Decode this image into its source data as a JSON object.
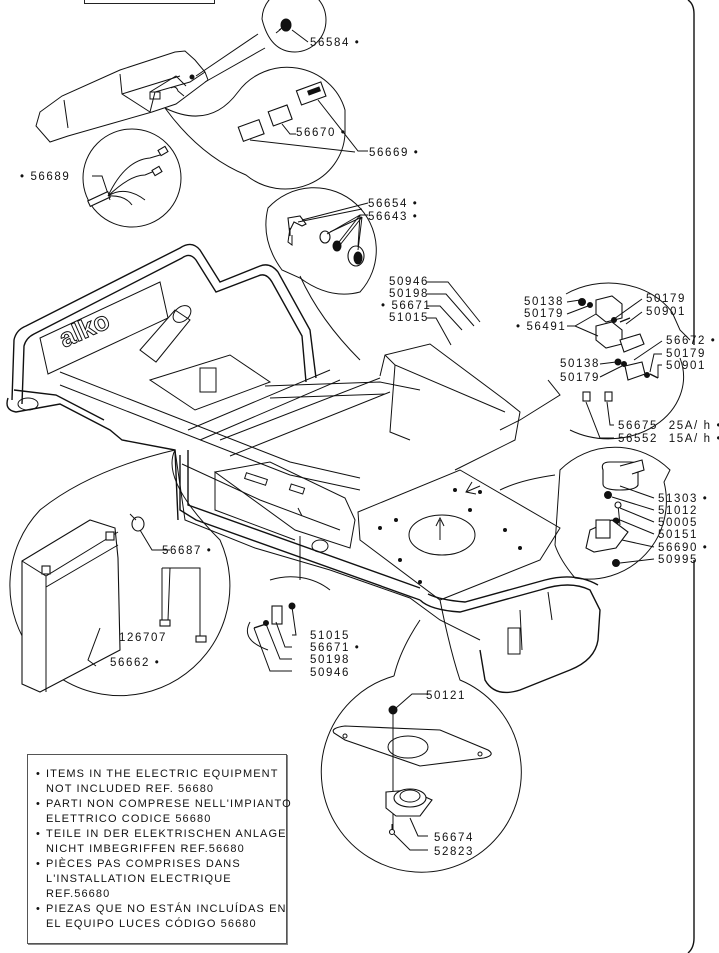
{
  "diagram": {
    "title": "Electric equipment exploded parts view",
    "brand_logo_text": "alko",
    "callouts": {
      "seat_switch": {
        "part": "56584",
        "marked": true
      },
      "seat_connector_a": {
        "part": "56670",
        "marked": true
      },
      "seat_connector_b": {
        "part": "56669",
        "marked": true
      },
      "wiring_harness": {
        "part": "56689",
        "marked": true
      },
      "ignition_key": {
        "part": "56654",
        "marked": true
      },
      "ignition_switch": {
        "part": "56643",
        "marked": true
      },
      "switch_top": [
        {
          "part": "50946",
          "marked": false
        },
        {
          "part": "50198",
          "marked": false
        },
        {
          "part": "56671",
          "marked": true
        },
        {
          "part": "51015",
          "marked": false
        }
      ],
      "relays_left": [
        {
          "part": "50138",
          "marked": false
        },
        {
          "part": "50179",
          "marked": false
        },
        {
          "part": "56491",
          "marked": true
        }
      ],
      "relays_right": [
        {
          "part": "50179",
          "marked": false
        },
        {
          "part": "50901",
          "marked": false
        }
      ],
      "fuse_holder_left": [
        {
          "part": "50138",
          "marked": false
        },
        {
          "part": "50179",
          "marked": false
        }
      ],
      "fuse_holder_right": [
        {
          "part": "56672",
          "marked": true
        },
        {
          "part": "50179",
          "marked": false
        },
        {
          "part": "50901",
          "marked": false
        }
      ],
      "fuses": [
        {
          "part": "56675",
          "rating": "25A/ h",
          "marked": true
        },
        {
          "part": "56552",
          "rating": "15A/ h",
          "marked": true
        }
      ],
      "solenoid": [
        {
          "part": "51303",
          "marked": true
        },
        {
          "part": "51012",
          "marked": false
        },
        {
          "part": "50005",
          "marked": false
        },
        {
          "part": "50151",
          "marked": false
        },
        {
          "part": "56690",
          "marked": true
        },
        {
          "part": "50995",
          "marked": false
        }
      ],
      "battery_cap": {
        "part": "56687",
        "marked": true
      },
      "battery_strap": {
        "part": "126707",
        "marked": false
      },
      "battery": {
        "part": "56662",
        "marked": true
      },
      "switch_bottom": [
        {
          "part": "51015",
          "marked": false
        },
        {
          "part": "56671",
          "marked": true
        },
        {
          "part": "50198",
          "marked": false
        },
        {
          "part": "50946",
          "marked": false
        }
      ],
      "plug_nut": {
        "part": "50121",
        "marked": false
      },
      "socket": [
        {
          "part": "56674",
          "marked": false
        },
        {
          "part": "52823",
          "marked": false
        }
      ]
    },
    "marker_symbol": "•"
  },
  "notes": [
    {
      "lines": [
        "ITEMS  IN  THE  ELECTRIC  EQUIPMENT",
        "NOT  INCLUDED  REF.  56680"
      ]
    },
    {
      "lines": [
        "PARTI  NON  COMPRESE  NELL'IMPIANTO",
        "ELETTRICO  CODICE  56680"
      ]
    },
    {
      "lines": [
        "TEILE  IN  DER  ELEKTRISCHEN  ANLAGE",
        "NICHT  IMBEGRIFFEN  REF.56680"
      ]
    },
    {
      "lines": [
        "PIÈCES  PAS  COMPRISES  DANS",
        "L'INSTALLATION  ELECTRIQUE",
        "REF.56680"
      ]
    },
    {
      "lines": [
        "PIEZAS  QUE  NO  ESTÁN  INCLUÍDAS  EN",
        "EL  EQUIPO  LUCES  CÓDIGO  56680"
      ]
    }
  ],
  "note_bullet": "•"
}
